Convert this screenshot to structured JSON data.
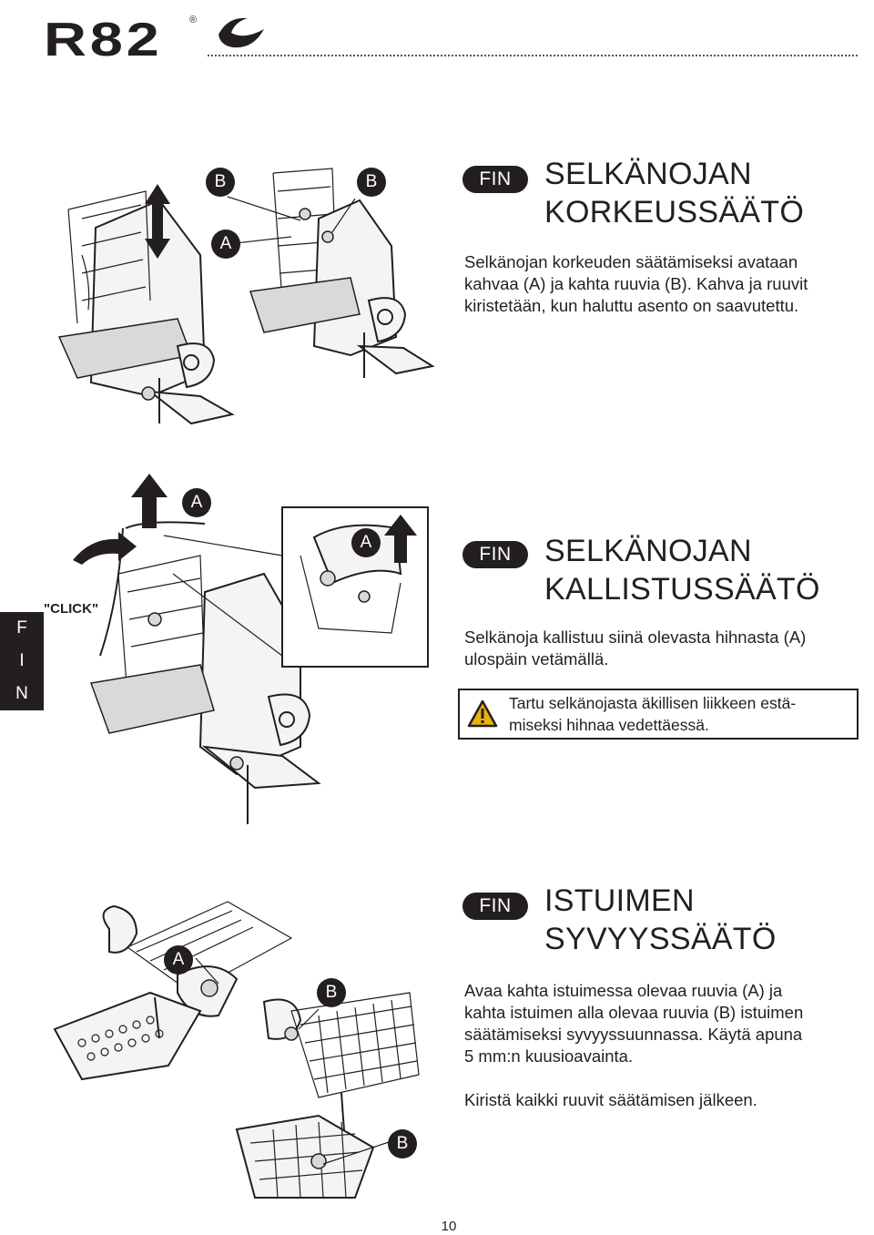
{
  "header": {
    "brand": "R82",
    "registered": "®"
  },
  "side_tab": {
    "letters": [
      "F",
      "I",
      "N"
    ]
  },
  "sections": [
    {
      "lang": "FIN",
      "title_line1": "SELKÄNOJAN",
      "title_line2": "KORKEUSSÄÄTÖ",
      "body": [
        "Selkänojan korkeuden säätämiseksi avataan",
        "kahvaa (A) ja kahta ruuvia (B). Kahva ja ruuvit",
        "kiristetään, kun haluttu asento on saavutettu."
      ]
    },
    {
      "lang": "FIN",
      "title_line1": "SELKÄNOJAN",
      "title_line2": "KALLISTUSSÄÄTÖ",
      "body": [
        "Selkänoja kallistuu siinä olevasta hihnasta (A)",
        "ulospäin vetämällä."
      ],
      "warning": [
        "Tartu selkänojasta äkillisen liikkeen estä-",
        "miseksi hihnaa vedettäessä."
      ]
    },
    {
      "lang": "FIN",
      "title_line1": "ISTUIMEN",
      "title_line2": "SYVYYSSÄÄTÖ",
      "body": [
        "Avaa kahta istuimessa olevaa ruuvia (A) ja",
        "kahta istuimen alla olevaa ruuvia (B) istuimen",
        "säätämiseksi syvyyssuunnassa. Käytä apuna",
        "5 mm:n kuusioavainta."
      ],
      "body2": "Kiristä kaikki ruuvit säätämisen jälkeen."
    }
  ],
  "figures": {
    "fig1": {
      "callouts": [
        "B",
        "A",
        "B"
      ]
    },
    "fig2": {
      "callouts": [
        "A",
        "A"
      ],
      "click_label": "\"CLICK\""
    },
    "fig3": {
      "callouts": [
        "A",
        "B",
        "B"
      ]
    }
  },
  "footer": {
    "page_number": "10"
  }
}
